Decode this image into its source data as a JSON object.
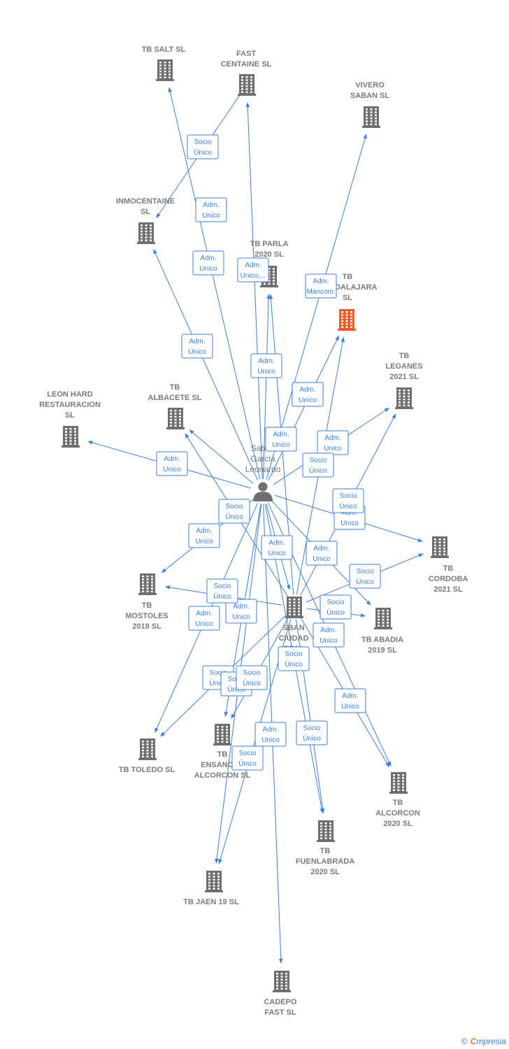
{
  "colors": {
    "edge": "#3a7fd9",
    "building": "#6f6f6f",
    "highlight": "#f05a28",
    "label": "#7a7a7a"
  },
  "center": {
    "id": "person",
    "lines": [
      "Saban",
      "Garcia",
      "Leonardo"
    ],
    "icon": "person-icon"
  },
  "hub": {
    "id": "sban",
    "lines": [
      "SBAN",
      "CIUDAD",
      "REAL"
    ],
    "icon": "building-icon"
  },
  "companies": [
    {
      "id": "salt",
      "lines": [
        "TB SALT  SL"
      ],
      "icon": "building-icon"
    },
    {
      "id": "fast",
      "lines": [
        "FAST",
        "CENTAINE SL"
      ],
      "icon": "building-icon"
    },
    {
      "id": "vivero",
      "lines": [
        "VIVERO",
        "SABAN  SL"
      ],
      "icon": "building-icon"
    },
    {
      "id": "inmo",
      "lines": [
        "INMOCENTAINE",
        "SL"
      ],
      "icon": "building-icon"
    },
    {
      "id": "parla",
      "lines": [
        "TB PARLA",
        "2020  SL"
      ],
      "icon": "building-icon"
    },
    {
      "id": "guada",
      "lines": [
        "TB",
        "GUADALAJARA",
        "SL"
      ],
      "icon": "building-icon",
      "highlight": true
    },
    {
      "id": "leganes",
      "lines": [
        "TB",
        "LEGANES",
        "2021  SL"
      ],
      "icon": "building-icon"
    },
    {
      "id": "leon",
      "lines": [
        "LEON HARD",
        "RESTAURACION",
        "SL"
      ],
      "icon": "building-icon"
    },
    {
      "id": "albacete",
      "lines": [
        "TB",
        "ALBACETE  SL"
      ],
      "icon": "building-icon"
    },
    {
      "id": "cordoba",
      "lines": [
        "TB",
        "CORDOBA",
        "2021  SL"
      ],
      "icon": "building-icon"
    },
    {
      "id": "mostoles",
      "lines": [
        "TB",
        "MOSTOLES",
        "2019  SL"
      ],
      "icon": "building-icon"
    },
    {
      "id": "abadia",
      "lines": [
        "TB ABADIA",
        "2019  SL"
      ],
      "icon": "building-icon"
    },
    {
      "id": "toledo",
      "lines": [
        "TB TOLEDO  SL"
      ],
      "icon": "building-icon"
    },
    {
      "id": "ensanche",
      "lines": [
        "TB",
        "ENSANCHE",
        "ALCORCON  SL"
      ],
      "icon": "building-icon"
    },
    {
      "id": "alcorcon",
      "lines": [
        "TB",
        "ALCORCON",
        "2020  SL"
      ],
      "icon": "building-icon"
    },
    {
      "id": "fuenla",
      "lines": [
        "TB",
        "FUENLABRADA",
        "2020  SL"
      ],
      "icon": "building-icon"
    },
    {
      "id": "jaen",
      "lines": [
        "TB JAEN 19  SL"
      ],
      "icon": "building-icon"
    },
    {
      "id": "cadepo",
      "lines": [
        "CADEPO",
        "FAST SL"
      ],
      "icon": "building-icon"
    }
  ],
  "relations": [
    {
      "from": "person",
      "to": "salt",
      "label": [
        "Adm.",
        "Unico"
      ]
    },
    {
      "from": "fast",
      "to": "inmo",
      "label": [
        "Socio",
        "Único"
      ]
    },
    {
      "from": "person",
      "to": "fast",
      "label": [
        "Adm.",
        "Unico,..."
      ]
    },
    {
      "from": "person",
      "to": "vivero",
      "label": [
        "Adm.",
        "Mancom."
      ]
    },
    {
      "from": "person",
      "to": "inmo",
      "label": [
        "Adm.",
        "Unico"
      ]
    },
    {
      "from": "person",
      "to": "parla",
      "label": [
        "Adm.",
        "Unico"
      ]
    },
    {
      "from": "person",
      "to": "guada",
      "label": [
        "Adm.",
        "Unico"
      ]
    },
    {
      "from": "person",
      "to": "leganes",
      "label": [
        "Adm.",
        "Unico"
      ]
    },
    {
      "from": "person",
      "to": "leon",
      "label": [
        "Adm.",
        "Unico"
      ]
    },
    {
      "from": "person",
      "to": "albacete",
      "label": [
        "Adm.",
        "Unico"
      ]
    },
    {
      "from": "person",
      "to": "cordoba",
      "label": [
        "Adm.",
        "Unico"
      ]
    },
    {
      "from": "person",
      "to": "mostoles",
      "label": [
        "Adm.",
        "Unico"
      ]
    },
    {
      "from": "person",
      "to": "abadia",
      "label": [
        "Adm.",
        "Unico"
      ]
    },
    {
      "from": "person",
      "to": "sban",
      "label": [
        "Adm.",
        "Unico"
      ]
    },
    {
      "from": "person",
      "to": "toledo",
      "label": [
        "Adm.",
        "Unico"
      ]
    },
    {
      "from": "person",
      "to": "ensanche",
      "label": [
        "Adm.",
        "Unico"
      ]
    },
    {
      "from": "person",
      "to": "alcorcon",
      "label": [
        "Adm.",
        "Unico"
      ]
    },
    {
      "from": "person",
      "to": "fuenla",
      "label": [
        "Adm.",
        "Unico"
      ]
    },
    {
      "from": "person",
      "to": "jaen",
      "label": [
        "Adm.",
        "Unico"
      ]
    },
    {
      "from": "person",
      "to": "cadepo",
      "label": [
        "Adm.",
        "Unico"
      ]
    },
    {
      "from": "sban",
      "to": "parla",
      "label": [
        "Socio",
        "Único"
      ]
    },
    {
      "from": "sban",
      "to": "guada",
      "label": [
        "Socio",
        "Único"
      ]
    },
    {
      "from": "sban",
      "to": "leganes",
      "label": [
        "Socio",
        "Único"
      ]
    },
    {
      "from": "sban",
      "to": "albacete",
      "label": [
        "Socio",
        "Único"
      ]
    },
    {
      "from": "sban",
      "to": "cordoba",
      "label": [
        "Socio",
        "Único"
      ]
    },
    {
      "from": "sban",
      "to": "mostoles",
      "label": [
        "Socio",
        "Único"
      ]
    },
    {
      "from": "sban",
      "to": "abadia",
      "label": [
        "Socio",
        "Único"
      ]
    },
    {
      "from": "sban",
      "to": "toledo",
      "label": [
        "Socio",
        "Único"
      ]
    },
    {
      "from": "sban",
      "to": "ensanche",
      "label": [
        "Socio",
        "Único"
      ]
    },
    {
      "from": "sban",
      "to": "alcorcon",
      "label": [
        "Socio",
        "Único"
      ]
    },
    {
      "from": "sban",
      "to": "fuenla",
      "label": [
        "Socio",
        "Único"
      ]
    },
    {
      "from": "sban",
      "to": "jaen",
      "label": [
        "Socio",
        "Único"
      ]
    }
  ],
  "footer": {
    "copyright": "©",
    "brand_initial": "C",
    "brand_rest": "mpresia"
  }
}
